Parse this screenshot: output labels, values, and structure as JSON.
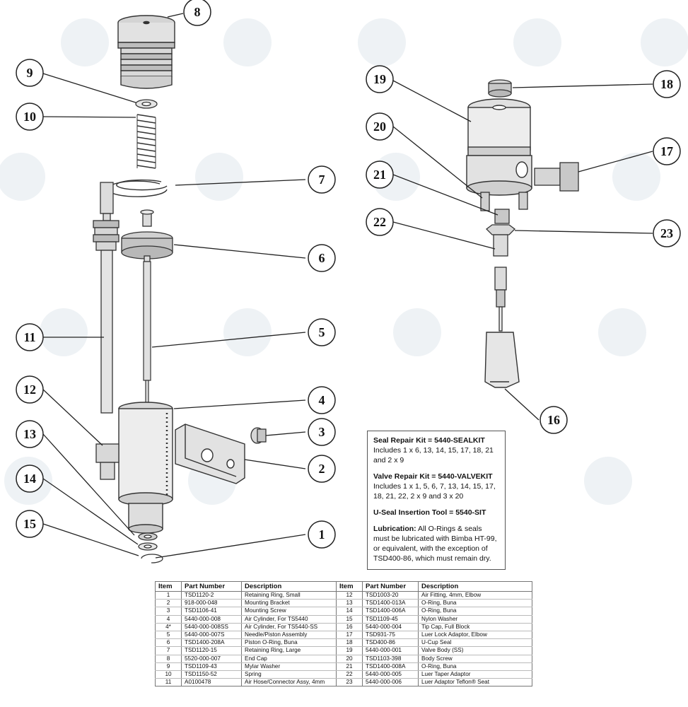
{
  "callouts": [
    "8",
    "9",
    "10",
    "7",
    "6",
    "11",
    "5",
    "4",
    "12",
    "3",
    "13",
    "2",
    "14",
    "15",
    "1",
    "19",
    "18",
    "20",
    "17",
    "21",
    "22",
    "23",
    "16"
  ],
  "notes": {
    "seal_kit_title": "Seal Repair Kit = 5440-SEALKIT",
    "seal_kit_desc": "Includes 1 x 6, 13, 14, 15, 17, 18, 21 and 2 x 9",
    "valve_kit_title": "Valve Repair Kit = 5440-VALVEKIT",
    "valve_kit_desc": "Includes 1 x 1, 5, 6, 7, 13, 14, 15, 17, 18, 21, 22, 2 x 9 and 3 x 20",
    "useal_tool": "U-Seal Insertion Tool = 5540-SIT",
    "lubrication_label": "Lubrication:",
    "lubrication_text": "All O-Rings & seals must be lubricated with Bimba HT-99, or equivalent, with the exception of TSD400-86, which must remain dry."
  },
  "table": {
    "headers": [
      "Item",
      "Part Number",
      "Description",
      "Item",
      "Part Number",
      "Description"
    ],
    "rows": [
      [
        "1",
        "TSD1120-2",
        "Retaining Ring, Small",
        "12",
        "TSD1003-20",
        "Air Fitting, 4mm, Elbow"
      ],
      [
        "2",
        "918-000-048",
        "Mounting Bracket",
        "13",
        "TSD1400-013A",
        "O-Ring, Buna"
      ],
      [
        "3",
        "TSD1106-41",
        "Mounting Screw",
        "14",
        "TSD1400-006A",
        "O-Ring, Buna"
      ],
      [
        "4",
        "5440-000-008",
        "Air Cylinder, For TS5440",
        "15",
        "TSD1109-45",
        "Nylon Washer"
      ],
      [
        "4*",
        "5440-000-008SS",
        "Air Cylinder, For TS5440-SS",
        "16",
        "5440-000-004",
        "Tip Cap, Full Block"
      ],
      [
        "5",
        "5440-000-007S",
        "Needle/Piston Assembly",
        "17",
        "TSD931-75",
        "Luer Lock Adaptor, Elbow"
      ],
      [
        "6",
        "TSD1400-208A",
        "Piston O-Ring, Buna",
        "18",
        "TSD400-86",
        "U-Cup Seal"
      ],
      [
        "7",
        "TSD1120-15",
        "Retaining Ring, Large",
        "19",
        "5440-000-001",
        "Valve Body (SS)"
      ],
      [
        "8",
        "5520-000-007",
        "End Cap",
        "20",
        "TSD1103-398",
        "Body Screw"
      ],
      [
        "9",
        "TSD1109-43",
        "Mylar Washer",
        "21",
        "TSD1400-008A",
        "O-Ring, Buna"
      ],
      [
        "10",
        "TSD1150-52",
        "Spring",
        "22",
        "5440-000-005",
        "Luer Taper Adaptor"
      ],
      [
        "11",
        "A0100478",
        "Air Hose/Connector Assy, 4mm",
        "23",
        "5440-000-006",
        "Luer Adaptor Teflon® Seat"
      ]
    ]
  }
}
